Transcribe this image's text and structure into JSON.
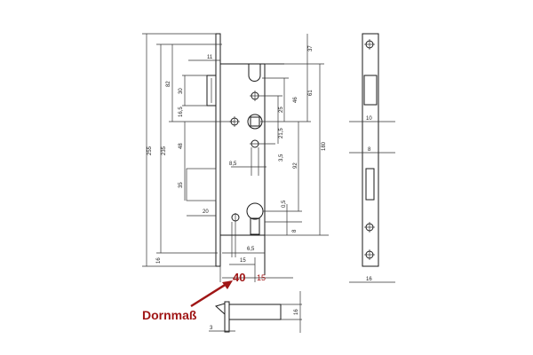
{
  "drawing": {
    "title_label": "Dornmaß",
    "backset_value": "40",
    "backset_extra": "15",
    "accent_color": "#a01616",
    "left_view_dims": {
      "overall_height": "255",
      "inner_height": "235",
      "latch_offset": "11",
      "upper_height": "82",
      "bolt_height": "30",
      "offset_16_5": "16,5",
      "middle_height": "48",
      "lower_height": "35",
      "lower_width": "20",
      "bottom_16": "16"
    },
    "center_dims": {
      "top_37": "37",
      "d61": "61",
      "d46": "46",
      "d25": "25",
      "d21_5": "21,5",
      "d3_5": "3,5",
      "d8_5": "8,5",
      "d92": "92",
      "d180": "180",
      "d0_5": "0,5",
      "d8": "8",
      "d6_5": "6,5",
      "d15": "15"
    },
    "side_view_dims": {
      "w10": "10",
      "w8": "8",
      "w16": "16"
    },
    "pin_dims": {
      "h16": "16",
      "d3": "3"
    }
  }
}
